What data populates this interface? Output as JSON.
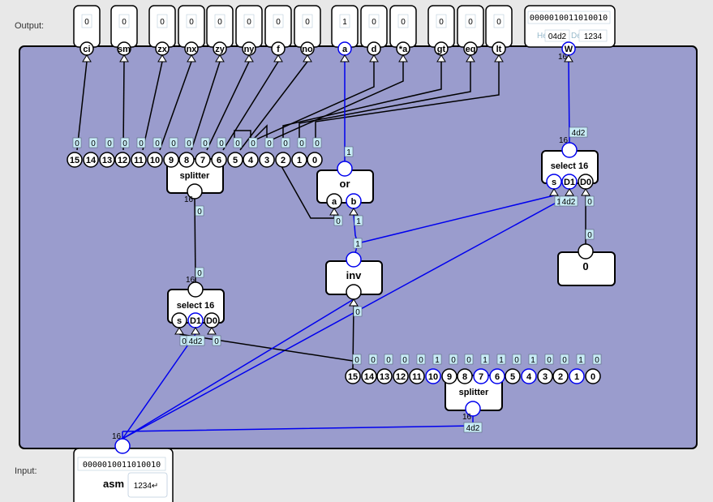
{
  "labels": {
    "output": "Output:",
    "input": "Input:"
  },
  "outputs": [
    {
      "name": "ci",
      "value": "0"
    },
    {
      "name": "sm",
      "value": "0"
    },
    {
      "name": "zx",
      "value": "0"
    },
    {
      "name": "nx",
      "value": "0"
    },
    {
      "name": "zy",
      "value": "0"
    },
    {
      "name": "ny",
      "value": "0"
    },
    {
      "name": "f",
      "value": "0"
    },
    {
      "name": "no",
      "value": "0"
    },
    {
      "name": "a",
      "value": "1"
    },
    {
      "name": "d",
      "value": "0"
    },
    {
      "name": "*a",
      "value": "0"
    },
    {
      "name": "gt",
      "value": "0"
    },
    {
      "name": "eq",
      "value": "0"
    },
    {
      "name": "lt",
      "value": "0"
    }
  ],
  "w_output": {
    "name": "W",
    "bits": "0000010011010010",
    "hex_label": "Hex",
    "hex": "04d2",
    "dec_label": "Dec",
    "dec": "1234"
  },
  "input": {
    "bits": "0000010011010010",
    "asm_label": "asm",
    "asm_value": "1234↵"
  },
  "splitter_top": {
    "title": "splitter",
    "bits": [
      "0",
      "0",
      "0",
      "0",
      "0",
      "0",
      "0",
      "0",
      "0",
      "0",
      "0",
      "0",
      "0",
      "0",
      "0",
      "0"
    ],
    "indices": [
      "15",
      "14",
      "13",
      "12",
      "11",
      "10",
      "9",
      "8",
      "7",
      "6",
      "5",
      "4",
      "3",
      "2",
      "1",
      "0"
    ]
  },
  "splitter_bottom": {
    "title": "splitter",
    "bits": [
      "0",
      "0",
      "0",
      "0",
      "0",
      "1",
      "0",
      "0",
      "1",
      "1",
      "0",
      "1",
      "0",
      "0",
      "1",
      "0"
    ],
    "indices": [
      "15",
      "14",
      "13",
      "12",
      "11",
      "10",
      "9",
      "8",
      "7",
      "6",
      "5",
      "4",
      "3",
      "2",
      "1",
      "0"
    ]
  },
  "or_gate": {
    "title": "or",
    "in_a": "a",
    "in_b": "b",
    "out_val": "1",
    "a_val": "0",
    "b_val": "1"
  },
  "inv_gate": {
    "title": "inv",
    "out_val": "1",
    "in_val": "0"
  },
  "select_left": {
    "title": "select 16",
    "s": "s",
    "d1": "D1",
    "d0": "D0",
    "out_val": "0",
    "s_val": "0",
    "d1_val": "4d2",
    "d0_val": "0"
  },
  "select_right": {
    "title": "select 16",
    "s": "s",
    "d1": "D1",
    "d0": "D0",
    "out_val": "4d2",
    "s_val": "1",
    "d1_val": "4d2",
    "d0_val": "0"
  },
  "const_zero": {
    "title": "0",
    "out_val": "0"
  },
  "wire_values": {
    "splitter_top_in": "0",
    "bus_bottom": "4d2",
    "inv_in": "0",
    "inv_out_to_or": "1"
  },
  "width_marks": {
    "bus": "16"
  },
  "colors": {
    "panel": "#9a9ccd",
    "wire_hi": "#0000ee",
    "wire_lo": "#000000",
    "value_bg": "#c8ecf7",
    "node_hi": "#0000ee"
  }
}
